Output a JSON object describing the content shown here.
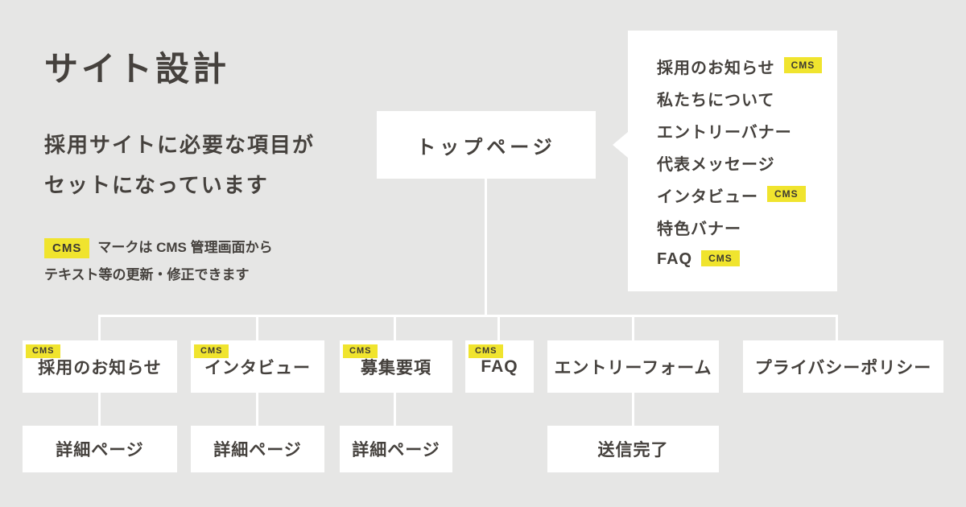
{
  "colors": {
    "background": "#e6e6e5",
    "box": "#ffffff",
    "text_dark": "#45413d",
    "cms_yellow": "#f0e42e",
    "connector": "#ffffff"
  },
  "cms_label": "CMS",
  "header": {
    "title": "サイト設計",
    "subtitle_line1": "採用サイトに必要な項目が",
    "subtitle_line2": "セットになっています",
    "note_line1": "マークは CMS 管理画面から",
    "note_line2": "テキスト等の更新・修正できます"
  },
  "top_page": {
    "label": "トップページ"
  },
  "top_page_contents": {
    "items": [
      {
        "label": "採用のお知らせ",
        "cms": true
      },
      {
        "label": "私たちについて",
        "cms": false
      },
      {
        "label": "エントリーバナー",
        "cms": false
      },
      {
        "label": "代表メッセージ",
        "cms": false
      },
      {
        "label": "インタビュー",
        "cms": true
      },
      {
        "label": "特色バナー",
        "cms": false
      },
      {
        "label": "FAQ",
        "cms": true
      }
    ]
  },
  "tree": {
    "level1": [
      {
        "label": "採用のお知らせ",
        "cms": true
      },
      {
        "label": "インタビュー",
        "cms": true
      },
      {
        "label": "募集要項",
        "cms": true
      },
      {
        "label": "FAQ",
        "cms": true
      },
      {
        "label": "エントリーフォーム",
        "cms": false
      },
      {
        "label": "プライバシーポリシー",
        "cms": false
      }
    ],
    "level2": [
      {
        "label": "詳細ページ"
      },
      {
        "label": "詳細ページ"
      },
      {
        "label": "詳細ページ"
      },
      {
        "label": "送信完了"
      }
    ]
  }
}
